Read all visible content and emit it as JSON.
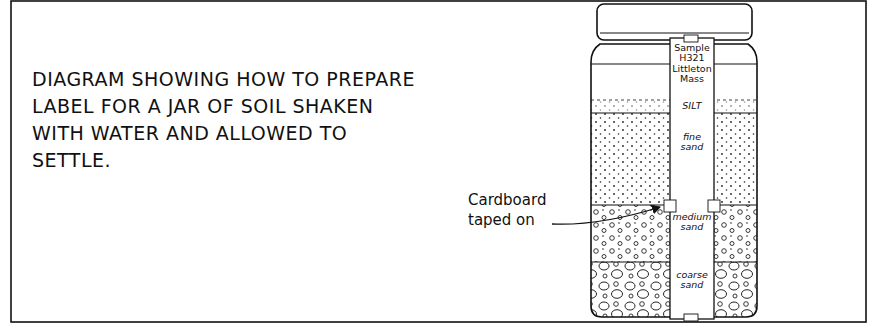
{
  "diagram": {
    "caption": "DIAGRAM SHOWING HOW TO PREPARE LABEL FOR A JAR OF SOIL SHAKEN WITH WATER AND ALLOWED TO SETTLE.",
    "nodes": [
      {
        "text": [
          "Sample H321 Littleton Mass",
          "SILT",
          "fine sand",
          "medium sand",
          "coarse sand"
        ]
      }
    ],
    "labels": [
      "Cardboard taped on"
    ]
  }
}
